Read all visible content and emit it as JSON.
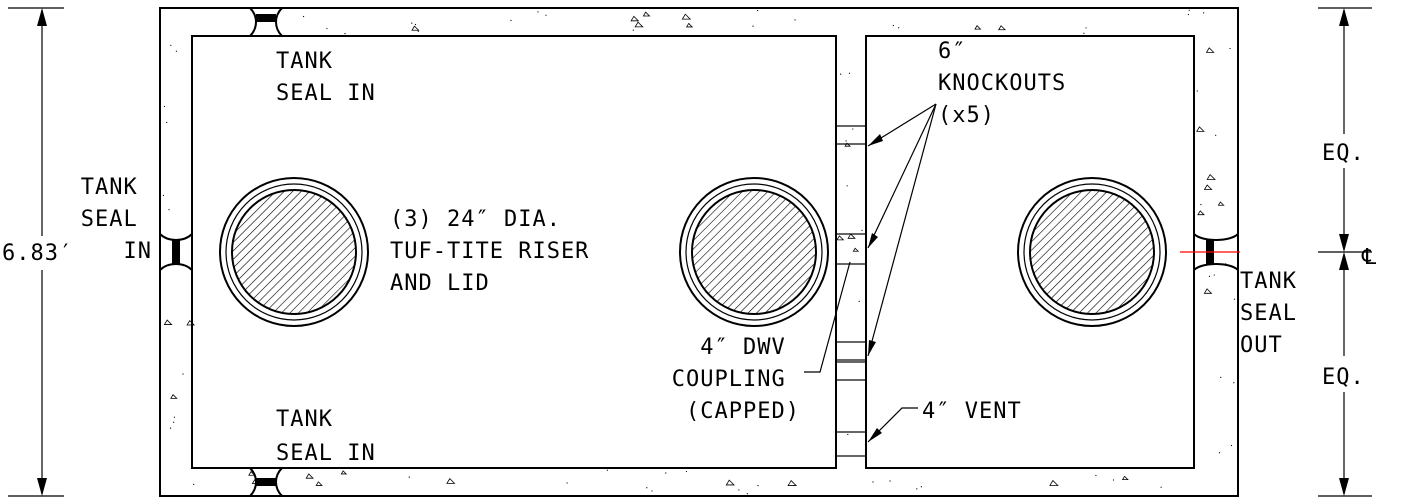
{
  "dimensions": {
    "overall_height": "6.83′",
    "eq_upper": "EQ.",
    "eq_lower": "EQ.",
    "centerline_symbol": "℄"
  },
  "labels": {
    "tank_seal_in_top": [
      "TANK",
      "SEAL IN"
    ],
    "tank_seal_in_left": [
      "TANK",
      "SEAL",
      "IN"
    ],
    "tank_seal_in_bottom": [
      "TANK",
      "SEAL IN"
    ],
    "tank_seal_out_right": [
      "TANK",
      "SEAL",
      "OUT"
    ],
    "riser_note": [
      "(3) 24″ DIA.",
      "TUF-TITE RISER",
      "AND LID"
    ],
    "knockouts_note": [
      "6″",
      "KNOCKOUTS",
      "(x5)"
    ],
    "coupling_note": [
      "4″ DWV",
      "COUPLING",
      "(CAPPED)"
    ],
    "vent_note": "4″ VENT"
  },
  "colors": {
    "line": "#000000",
    "centerline_mark": "#ff0000",
    "background": "#ffffff"
  }
}
